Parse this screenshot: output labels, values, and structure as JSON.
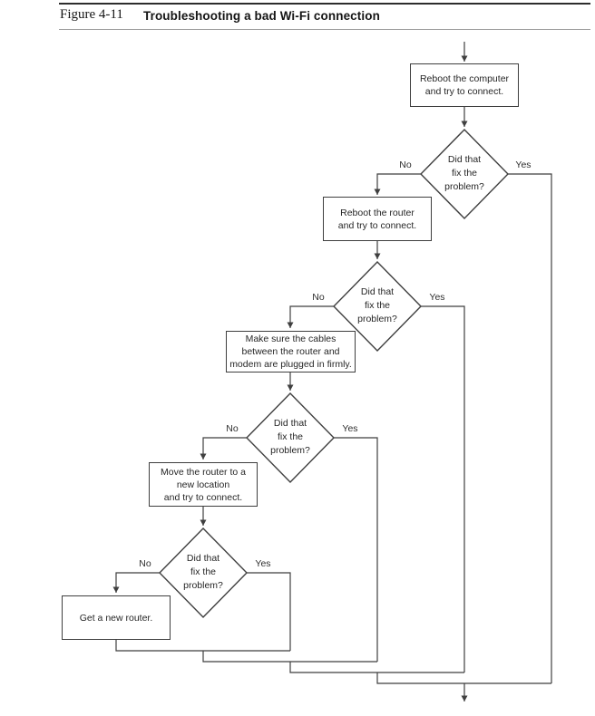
{
  "figure": {
    "label": "Figure 4-11",
    "title": "Troubleshooting a bad Wi-Fi connection"
  },
  "flowchart": {
    "boxes": [
      {
        "id": "reboot-computer",
        "label": "Reboot the computer\nand try to connect."
      },
      {
        "id": "reboot-router",
        "label": "Reboot the router\nand try to connect."
      },
      {
        "id": "check-cables",
        "label": "Make sure the cables\nbetween the router and\nmodem are plugged in firmly."
      },
      {
        "id": "move-router",
        "label": "Move the router to a\nnew location\nand try to connect."
      },
      {
        "id": "get-new-router",
        "label": "Get a new router."
      }
    ],
    "decisions": [
      {
        "id": "decision-1",
        "label": "Did that\nfix the\nproblem?",
        "no_label": "No",
        "yes_label": "Yes"
      },
      {
        "id": "decision-2",
        "label": "Did that\nfix the\nproblem?",
        "no_label": "No",
        "yes_label": "Yes"
      },
      {
        "id": "decision-3",
        "label": "Did that\nfix the\nproblem?",
        "no_label": "No",
        "yes_label": "Yes"
      },
      {
        "id": "decision-4",
        "label": "Did that\nfix the\nproblem?",
        "no_label": "No",
        "yes_label": "Yes"
      }
    ],
    "colors": {
      "line": "#3f3f3f",
      "text": "#262626",
      "background": "#ffffff"
    }
  }
}
